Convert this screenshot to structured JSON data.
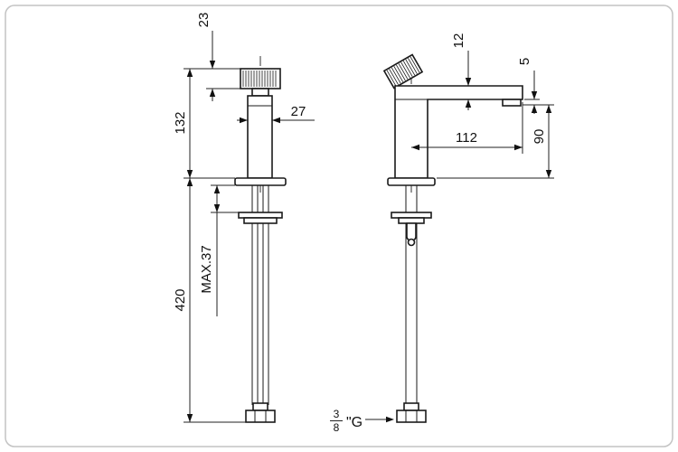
{
  "colors": {
    "line": "#1a1a1a",
    "background": "#ffffff",
    "frame": "#c3c3c3"
  },
  "dims": {
    "handle_height": "23",
    "body_height": "132",
    "body_width": "27",
    "supply_length": "420",
    "max_mounting": "MAX.37",
    "spout_thickness": "12",
    "aerator_offset": "5",
    "spout_reach": "112",
    "spout_clearance": "90"
  },
  "thread": {
    "numerator": "3",
    "denominator": "8",
    "unit": "\"G"
  }
}
